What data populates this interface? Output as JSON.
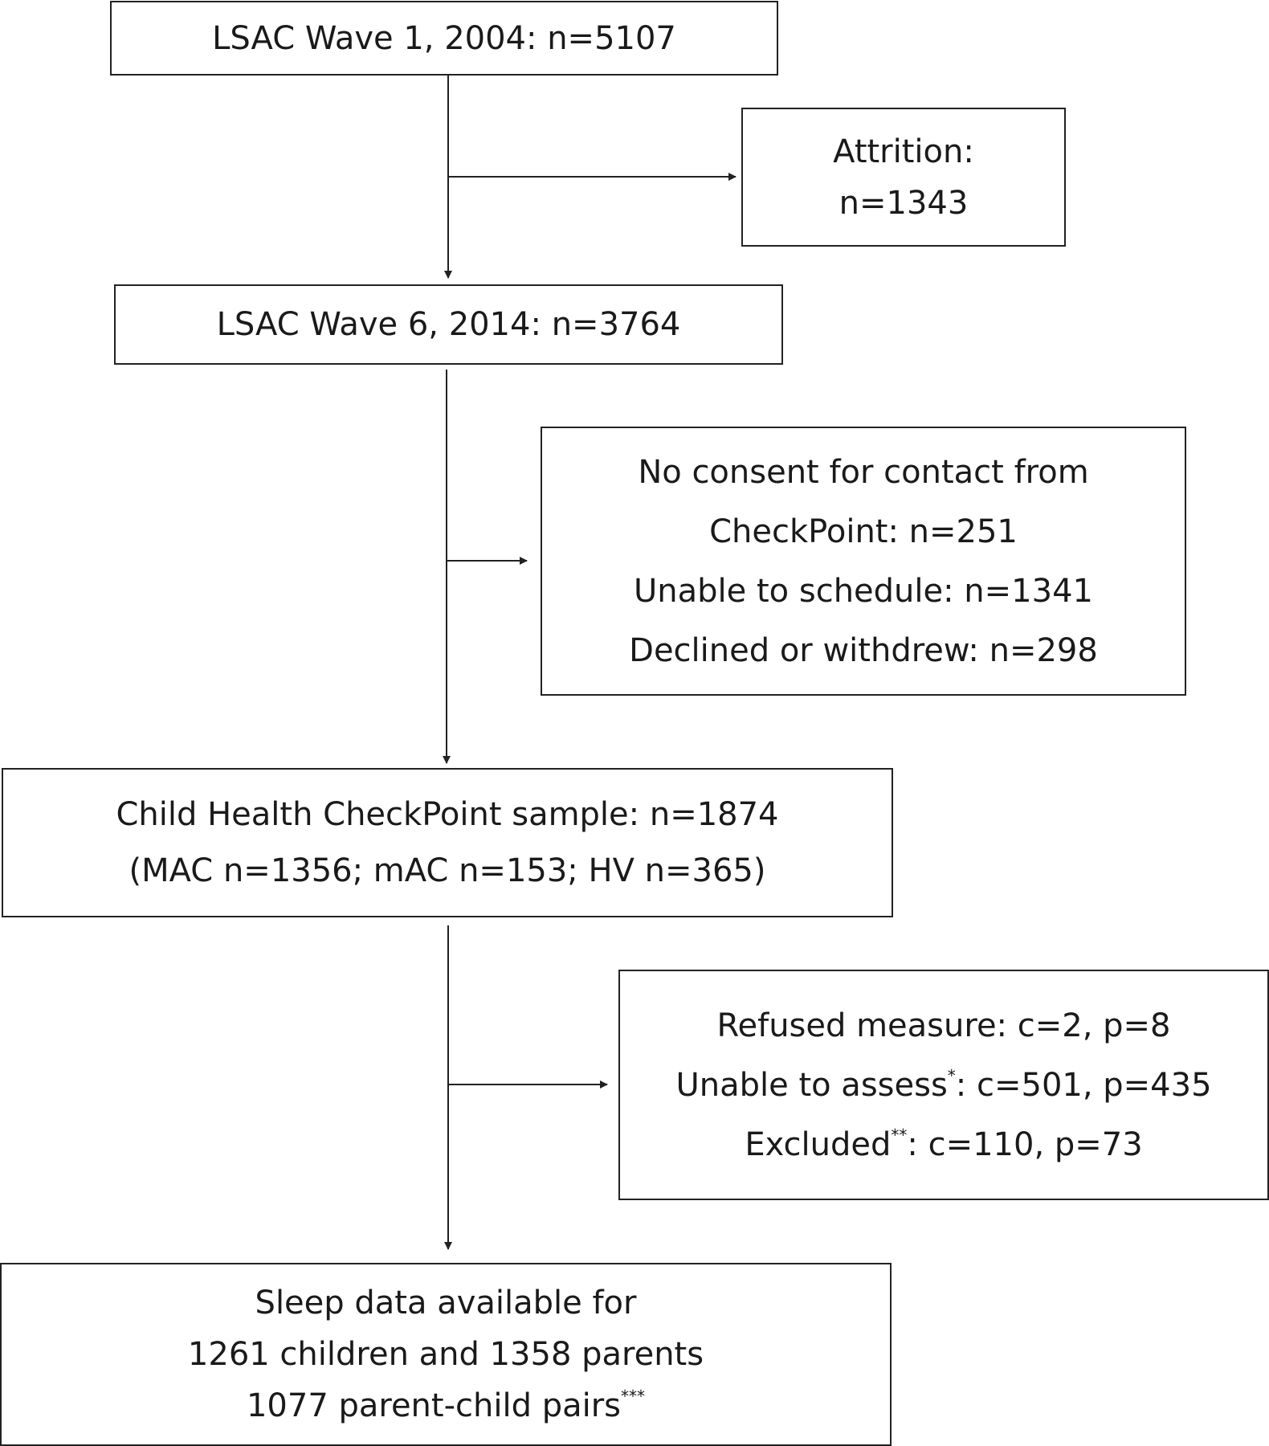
{
  "flowchart": {
    "wave1": {
      "lines": [
        "LSAC Wave 1, 2004: n=5107"
      ]
    },
    "attrition": {
      "lines": [
        "Attrition:",
        "n=1343"
      ]
    },
    "wave6": {
      "lines": [
        "LSAC Wave 6, 2014: n=3764"
      ]
    },
    "exclusions_checkpoint": {
      "lines": [
        "No consent for contact from",
        "CheckPoint: n=251",
        "Unable to schedule: n=1341",
        "Declined or withdrew: n=298"
      ]
    },
    "checkpoint_sample": {
      "lines": [
        "Child Health CheckPoint sample: n=1874",
        "(MAC n=1356; mAC n=153; HV n=365)"
      ]
    },
    "exclusions_sleep": {
      "line1": "Refused measure: c=2, p=8",
      "line2_pre": "Unable to assess",
      "line2_mark": "*",
      "line2_post": ": c=501, p=435",
      "line3_pre": "Excluded",
      "line3_mark": "**",
      "line3_post": ": c=110, p=73"
    },
    "final": {
      "line1": "Sleep data available for",
      "line2": "1261 children and 1358 parents",
      "line3_pre": "1077 parent-child pairs",
      "line3_mark": "***"
    }
  }
}
